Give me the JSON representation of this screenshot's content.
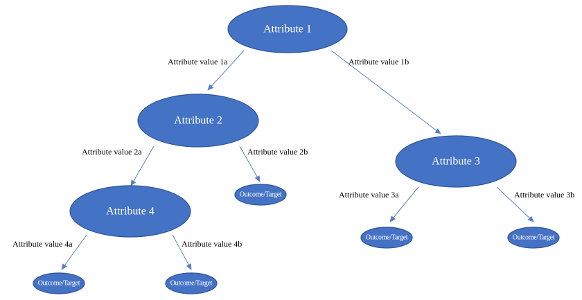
{
  "nodes": {
    "attr1": {
      "label": "Attribute 1"
    },
    "attr2": {
      "label": "Attribute 2"
    },
    "attr3": {
      "label": "Attribute 3"
    },
    "attr4": {
      "label": "Attribute 4"
    },
    "out2b": {
      "label": "Outcome/Target"
    },
    "out3a": {
      "label": "Outcome/Target"
    },
    "out3b": {
      "label": "Outcome/Target"
    },
    "out4a": {
      "label": "Outcome/Target"
    },
    "out4b": {
      "label": "Outcome/Target"
    }
  },
  "edges": {
    "e1a": {
      "label": "Attribute value 1a"
    },
    "e1b": {
      "label": "Attribute value 1b"
    },
    "e2a": {
      "label": "Attribute value 2a"
    },
    "e2b": {
      "label": "Attribute value 2b"
    },
    "e3a": {
      "label": "Attribute value 3a"
    },
    "e3b": {
      "label": "Attribute value 3b"
    },
    "e4a": {
      "label": "Attribute value 4a"
    },
    "e4b": {
      "label": "Attribute value 4b"
    }
  },
  "colors": {
    "node_fill": "#4472C4",
    "edge": "#5B7FC7"
  }
}
